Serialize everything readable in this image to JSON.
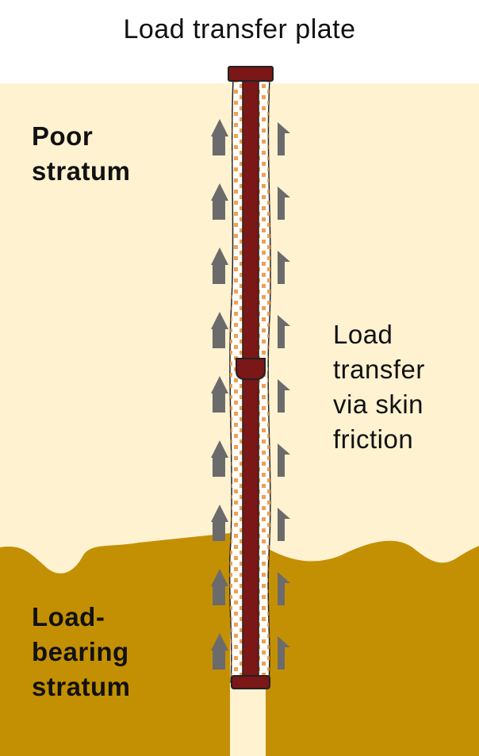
{
  "labels": {
    "title": "Load transfer plate",
    "poor_stratum": [
      "Poor",
      "stratum"
    ],
    "load_bearing_stratum": [
      "Load-",
      "bearing",
      "stratum"
    ],
    "skin_friction": [
      "Load",
      "transfer",
      "via skin",
      "friction"
    ]
  },
  "colors": {
    "poor_stratum": "#fff2d1",
    "load_bearing_stratum": "#c49003",
    "anchor_rod": "#7b1717",
    "grout_dots": "#f0a050",
    "arrow": "#6b6b6b",
    "outline": "#222222"
  },
  "arrow_rows": 9
}
